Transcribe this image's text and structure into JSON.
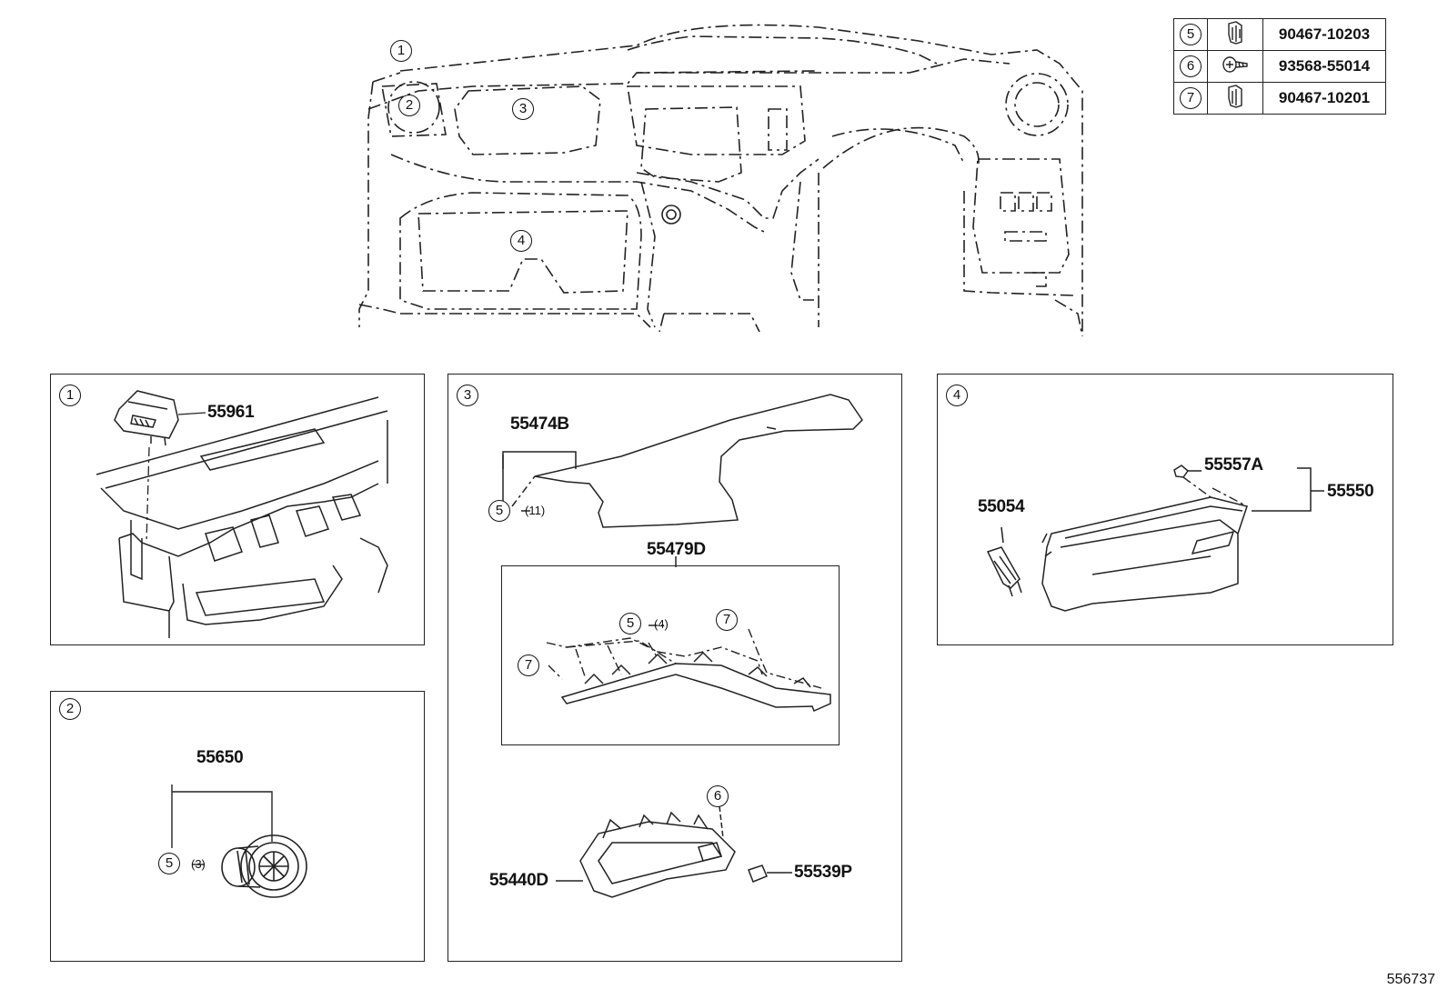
{
  "legend": [
    {
      "callout": "5",
      "icon": "clip-icon",
      "part_no": "90467-10203"
    },
    {
      "callout": "6",
      "icon": "screw-icon",
      "part_no": "93568-55014"
    },
    {
      "callout": "7",
      "icon": "clip-icon",
      "part_no": "90467-10201"
    }
  ],
  "overview": {
    "callouts": [
      "1",
      "2",
      "3",
      "4"
    ]
  },
  "panel1": {
    "callout": "1",
    "parts": [
      "55961"
    ]
  },
  "panel2": {
    "callout": "2",
    "parts": [
      "55650"
    ],
    "clip": {
      "callout": "5",
      "qty": "(3)"
    }
  },
  "panel3": {
    "callout": "3",
    "parts": [
      "55474B",
      "55479D",
      "55440D",
      "55539P"
    ],
    "upper_clip": {
      "callout": "5",
      "qty": "(11)"
    },
    "sub_clip": {
      "callout": "5",
      "qty": "(4)"
    },
    "sub_clip_a": "7",
    "sub_clip_b": "7",
    "screw": "6"
  },
  "panel4": {
    "callout": "4",
    "parts": [
      "55557A",
      "55550",
      "55054"
    ]
  },
  "doc_id": "556737"
}
